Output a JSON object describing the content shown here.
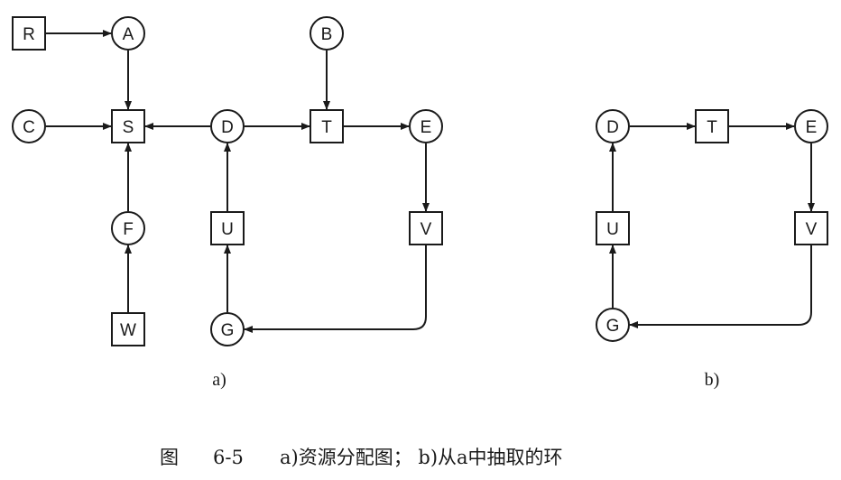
{
  "diagram_a": {
    "label": "a)",
    "nodes": [
      {
        "id": "R",
        "label": "R",
        "kind": "resource"
      },
      {
        "id": "A",
        "label": "A",
        "kind": "process"
      },
      {
        "id": "B",
        "label": "B",
        "kind": "process"
      },
      {
        "id": "C",
        "label": "C",
        "kind": "process"
      },
      {
        "id": "S",
        "label": "S",
        "kind": "resource"
      },
      {
        "id": "D",
        "label": "D",
        "kind": "process"
      },
      {
        "id": "T",
        "label": "T",
        "kind": "resource"
      },
      {
        "id": "E",
        "label": "E",
        "kind": "process"
      },
      {
        "id": "F",
        "label": "F",
        "kind": "process"
      },
      {
        "id": "U",
        "label": "U",
        "kind": "resource"
      },
      {
        "id": "V",
        "label": "V",
        "kind": "resource"
      },
      {
        "id": "W",
        "label": "W",
        "kind": "resource"
      },
      {
        "id": "G",
        "label": "G",
        "kind": "process"
      }
    ],
    "edges": [
      {
        "from": "R",
        "to": "A"
      },
      {
        "from": "A",
        "to": "S"
      },
      {
        "from": "C",
        "to": "S"
      },
      {
        "from": "D",
        "to": "S"
      },
      {
        "from": "D",
        "to": "T"
      },
      {
        "from": "B",
        "to": "T"
      },
      {
        "from": "T",
        "to": "E"
      },
      {
        "from": "E",
        "to": "V"
      },
      {
        "from": "F",
        "to": "S"
      },
      {
        "from": "W",
        "to": "F"
      },
      {
        "from": "U",
        "to": "D"
      },
      {
        "from": "G",
        "to": "U"
      },
      {
        "from": "V",
        "to": "G"
      }
    ]
  },
  "diagram_b": {
    "label": "b)",
    "nodes": [
      {
        "id": "D",
        "label": "D",
        "kind": "process"
      },
      {
        "id": "T",
        "label": "T",
        "kind": "resource"
      },
      {
        "id": "E",
        "label": "E",
        "kind": "process"
      },
      {
        "id": "U",
        "label": "U",
        "kind": "resource"
      },
      {
        "id": "V",
        "label": "V",
        "kind": "resource"
      },
      {
        "id": "G",
        "label": "G",
        "kind": "process"
      }
    ],
    "edges": [
      {
        "from": "D",
        "to": "T"
      },
      {
        "from": "T",
        "to": "E"
      },
      {
        "from": "E",
        "to": "V"
      },
      {
        "from": "U",
        "to": "D"
      },
      {
        "from": "G",
        "to": "U"
      },
      {
        "from": "V",
        "to": "G"
      }
    ]
  },
  "caption": {
    "prefix": "图",
    "number": "6-5",
    "text": "a)资源分配图； b)从a中抽取的环"
  }
}
